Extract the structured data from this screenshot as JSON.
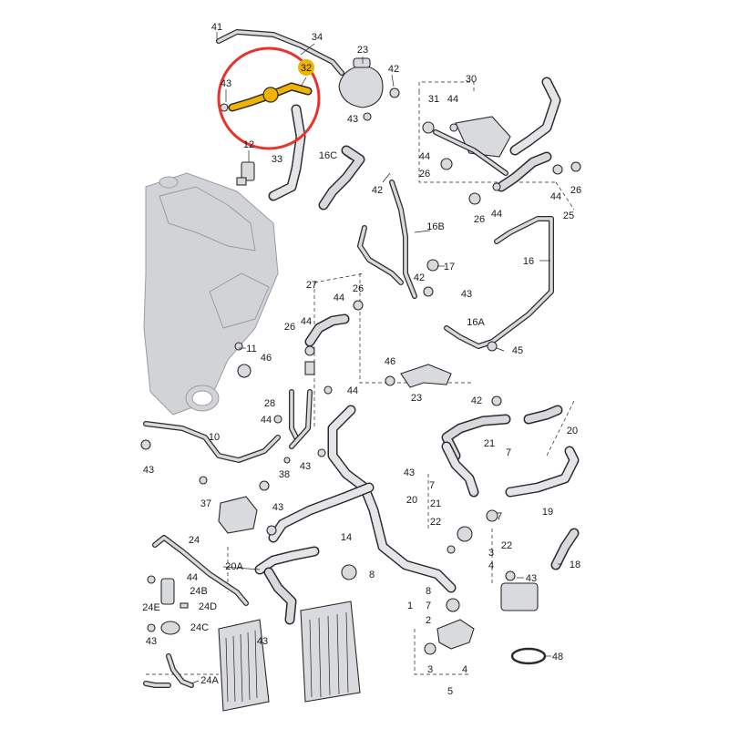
{
  "colors": {
    "highlight_circle": "#e8322b",
    "highlight_part": "#f0b400",
    "line": "#222222",
    "part_fill": "#d9dadd"
  },
  "highlighted_part": "32",
  "callouts": {
    "c41": "41",
    "c34": "34",
    "c23a": "23",
    "c42a": "42",
    "c30": "30",
    "c32": "32",
    "c43a": "43",
    "c43b": "43",
    "c31": "31",
    "c44a": "44",
    "c44b": "44",
    "c26a": "26",
    "c12": "12",
    "c33": "33",
    "c16c": "16C",
    "c42b": "42",
    "c44c": "44",
    "c26b": "26",
    "c26c": "26",
    "c44d": "44",
    "c25": "25",
    "c16b": "16B",
    "c17": "17",
    "c16": "16",
    "c27": "27",
    "c44e": "44",
    "c26d": "26",
    "c42c": "42",
    "c43c": "43",
    "c16a": "16A",
    "c26e": "26",
    "c44f": "44",
    "c11": "11",
    "c45": "45",
    "c46a": "46",
    "c46b": "46",
    "c23b": "23",
    "c44g": "44",
    "c28": "28",
    "c44h": "44",
    "c42d": "42",
    "c20a": "20",
    "c21a": "21",
    "c7a": "7",
    "c10": "10",
    "c43d": "43",
    "c43e": "43",
    "c38": "38",
    "c43f": "43",
    "c37": "37",
    "c43g": "43",
    "c7b": "7",
    "c20b": "20",
    "c21b": "21",
    "c22a": "22",
    "c7c": "7",
    "c19": "19",
    "c14": "14",
    "c24": "24",
    "c22b": "22",
    "c3a": "3",
    "c4a": "4",
    "c18": "18",
    "c20c": "20A",
    "c8a": "8",
    "c43h": "43",
    "c44i": "44",
    "c24b": "24B",
    "c24d": "24D",
    "c24e": "24E",
    "c24c": "24C",
    "c43i": "43",
    "c43j": "43",
    "c8b": "8",
    "c1": "1",
    "c7d": "7",
    "c2": "2",
    "c48": "48",
    "c3b": "3",
    "c4b": "4",
    "c5": "5",
    "c24a": "24A"
  }
}
